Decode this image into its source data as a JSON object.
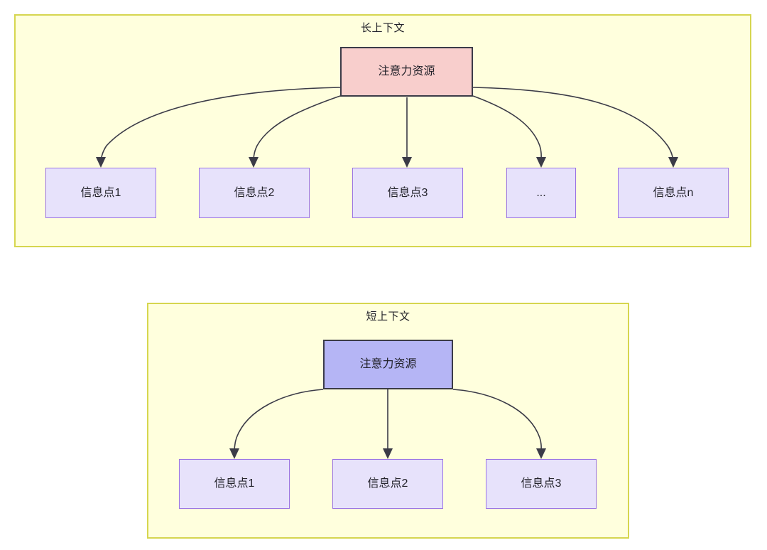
{
  "diagram": {
    "title_semantics": "attention-resource-allocation-long-vs-short-context",
    "colors": {
      "panel_fill": "#ffffdd",
      "panel_border": "#d6d64f",
      "attention_long_fill": "#f8cecc",
      "attention_short_fill": "#b5b5f5",
      "node_border_dark": "#3b3b47",
      "info_fill": "#e7e2fb",
      "info_border": "#9a73e3",
      "edge_stroke": "#3b3b47",
      "text": "#22222a"
    }
  },
  "panels": [
    {
      "id": "long-context",
      "title": "长上下文",
      "root": {
        "label": "注意力资源"
      },
      "children": [
        {
          "label": "信息点1"
        },
        {
          "label": "信息点2"
        },
        {
          "label": "信息点3"
        },
        {
          "label": "..."
        },
        {
          "label": "信息点n"
        }
      ]
    },
    {
      "id": "short-context",
      "title": "短上下文",
      "root": {
        "label": "注意力资源"
      },
      "children": [
        {
          "label": "信息点1"
        },
        {
          "label": "信息点2"
        },
        {
          "label": "信息点3"
        }
      ]
    }
  ]
}
